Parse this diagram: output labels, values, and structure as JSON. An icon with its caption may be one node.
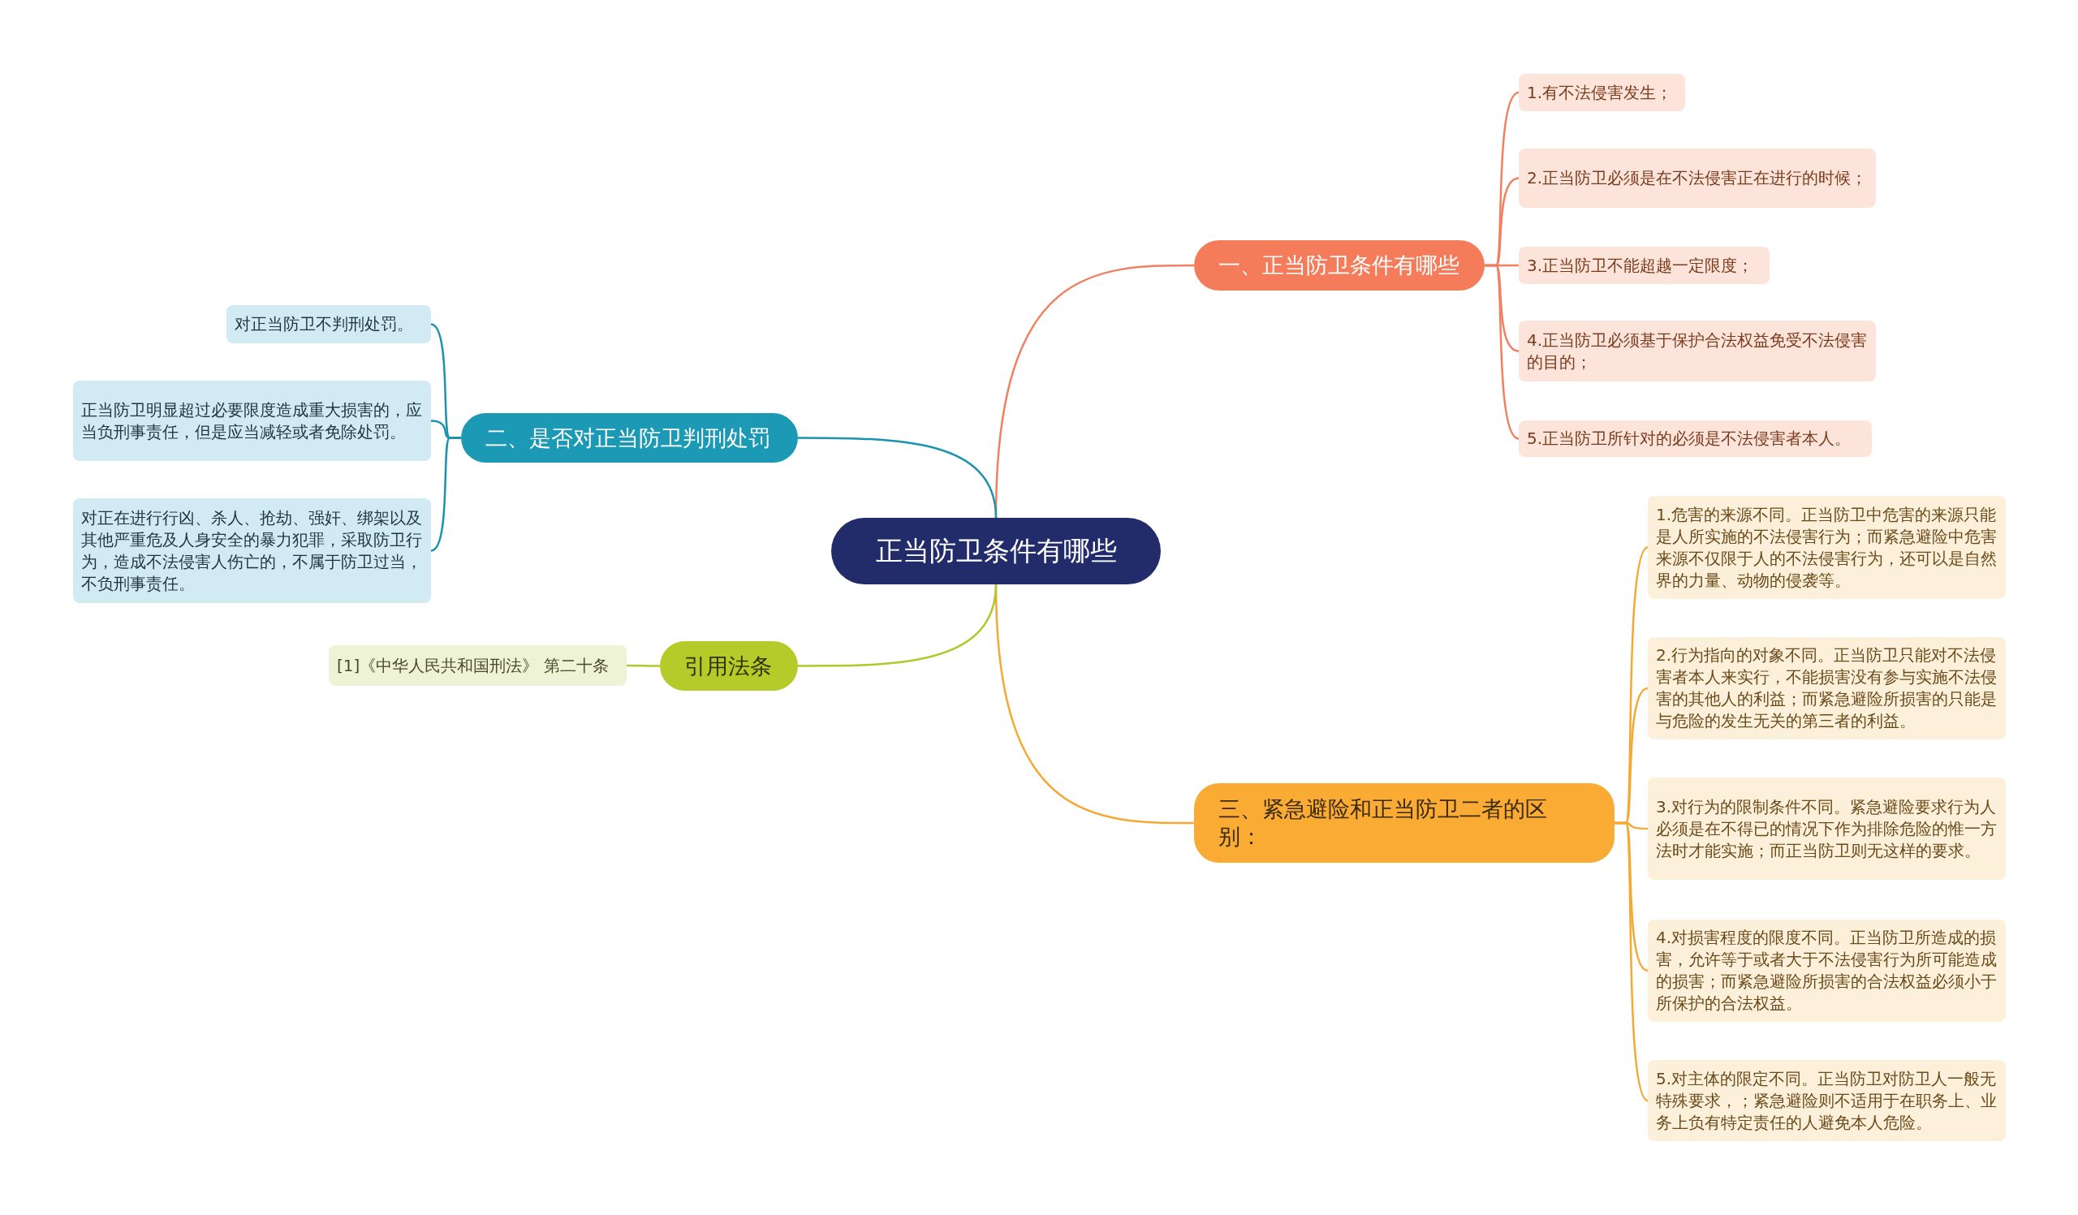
{
  "diagram": {
    "nodes": [
      {
        "text": [
          "正当防卫条件有哪些"
        ]
      },
      {
        "text": [
          "一、正当防卫条件有哪些"
        ]
      },
      {
        "text": [
          "1.有不法侵害发生；"
        ]
      },
      {
        "text": [
          "2.正当防卫必须是在不法侵害正在进行的时候；"
        ]
      },
      {
        "text": [
          "3.正当防卫不能超越一定限度；"
        ]
      },
      {
        "text": [
          "4.正当防卫必须基于保护合法权益免受不法侵害的目的；"
        ]
      },
      {
        "text": [
          "5.正当防卫所针对的必须是不法侵害者本人。"
        ]
      },
      {
        "text": [
          "三、紧急避险和正当防卫二者的区别："
        ]
      },
      {
        "text": [
          "1.危害的来源不同。正当防卫中危害的来源只能是人所实施的不法侵害行为；而紧急避险中危害来源不仅限于人的不法侵害行为，还可以是自然界的力量、动物的侵袭等。"
        ]
      },
      {
        "text": [
          "2.行为指向的对象不同。正当防卫只能对不法侵害者本人来实行，不能损害没有参与实施不法侵害的其他人的利益；而紧急避险所损害的只能是与危险的发生无关的第三者的利益。"
        ]
      },
      {
        "text": [
          "3.对行为的限制条件不同。紧急避险要求行为人必须是在不得已的情况下作为排除危险的惟一方法时才能实施；而正当防卫则无这样的要求。"
        ]
      },
      {
        "text": [
          "4.对损害程度的限度不同。正当防卫所造成的损害，允许等于或者大于不法侵害行为所可能造成的损害；而紧急避险所损害的合法权益必须小于所保护的合法权益。"
        ]
      },
      {
        "text": [
          "5.对主体的限定不同。正当防卫对防卫人一般无特殊要求，；紧急避险则不适用于在职务上、业务上负有特定责任的人避免本人危险。"
        ]
      },
      {
        "text": [
          "二、是否对正当防卫判刑处罚"
        ]
      },
      {
        "text": [
          "对正当防卫不判刑处罚。"
        ]
      },
      {
        "text": [
          "正当防卫明显超过必要限度造成重大损害的，应当负刑事责任，但是应当减轻或者免除处罚。"
        ]
      },
      {
        "text": [
          "对正在进行行凶、杀人、抢劫、强奸、绑架以及其他严重危及人身安全的暴力犯罪，采取防卫行为，造成不法侵害人伤亡的，不属于防卫过当，不负刑事责任。"
        ]
      },
      {
        "text": [
          "引用法条"
        ]
      },
      {
        "text": [
          "[1]《中华人民共和国刑法》 第二十条"
        ]
      }
    ],
    "edges": [
      {
        "from": 0,
        "to": 1,
        "arrow": "none",
        "color": "#f08060"
      },
      {
        "from": 1,
        "to": 2,
        "arrow": "none",
        "color": "#f08060"
      },
      {
        "from": 1,
        "to": 3,
        "arrow": "none",
        "color": "#f08060"
      },
      {
        "from": 1,
        "to": 4,
        "arrow": "none",
        "color": "#f08060"
      },
      {
        "from": 1,
        "to": 5,
        "arrow": "none",
        "color": "#f08060"
      },
      {
        "from": 1,
        "to": 6,
        "arrow": "none",
        "color": "#f08060"
      },
      {
        "from": 0,
        "to": 7,
        "arrow": "none",
        "color": "#f5a833"
      },
      {
        "from": 7,
        "to": 8,
        "arrow": "none",
        "color": "#f5a833"
      },
      {
        "from": 7,
        "to": 9,
        "arrow": "none",
        "color": "#f5a833"
      },
      {
        "from": 7,
        "to": 10,
        "arrow": "none",
        "color": "#f5a833"
      },
      {
        "from": 7,
        "to": 11,
        "arrow": "none",
        "color": "#f5a833"
      },
      {
        "from": 7,
        "to": 12,
        "arrow": "none",
        "color": "#f5a833"
      },
      {
        "from": 0,
        "to": 13,
        "arrow": "none",
        "color": "#1a93ad"
      },
      {
        "from": 13,
        "to": 14,
        "arrow": "none",
        "color": "#1a93ad"
      },
      {
        "from": 13,
        "to": 15,
        "arrow": "none",
        "color": "#1a93ad"
      },
      {
        "from": 13,
        "to": 16,
        "arrow": "none",
        "color": "#1a93ad"
      },
      {
        "from": 0,
        "to": 17,
        "arrow": "none",
        "color": "#b2c82a"
      },
      {
        "from": 17,
        "to": 18,
        "arrow": "none",
        "color": "#b2c82a"
      }
    ]
  }
}
